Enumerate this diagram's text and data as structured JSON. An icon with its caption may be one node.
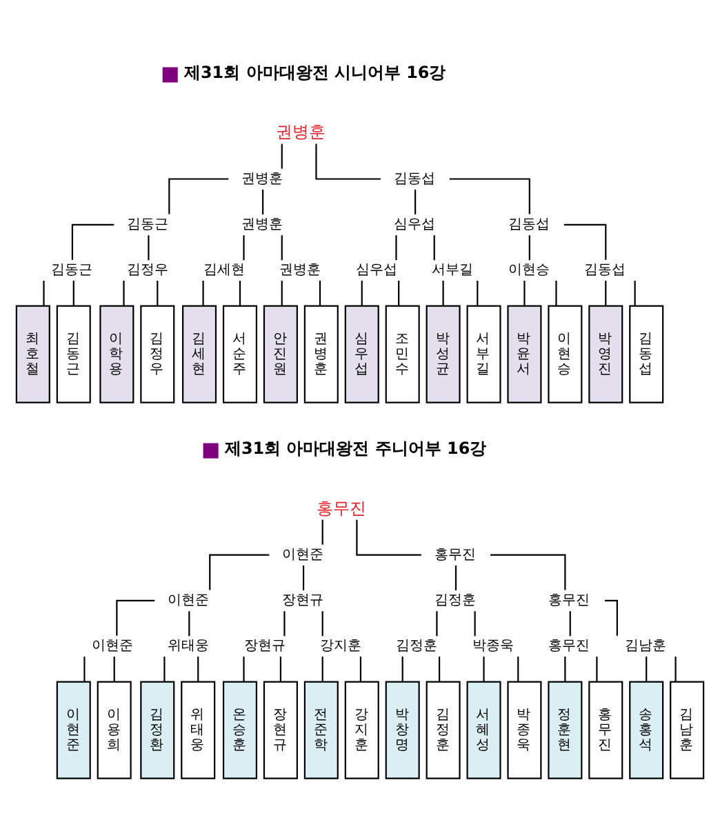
{
  "diagram": {
    "nodes": [
      {
        "text": [
          "권병훈"
        ]
      },
      {
        "text": [
          "권병훈"
        ]
      },
      {
        "text": [
          "김동섭"
        ]
      },
      {
        "text": [
          "김동근"
        ]
      },
      {
        "text": [
          "권병훈"
        ]
      },
      {
        "text": [
          "심우섭"
        ]
      },
      {
        "text": [
          "김동섭"
        ]
      },
      {
        "text": [
          "김동근"
        ]
      },
      {
        "text": [
          "김정우"
        ]
      },
      {
        "text": [
          "김세현"
        ]
      },
      {
        "text": [
          "권병훈"
        ]
      },
      {
        "text": [
          "심우섭"
        ]
      },
      {
        "text": [
          "서부길"
        ]
      },
      {
        "text": [
          "이현승"
        ]
      },
      {
        "text": [
          "김동섭"
        ]
      },
      {
        "text": [
          "최호철"
        ]
      },
      {
        "text": [
          "김동근"
        ]
      },
      {
        "text": [
          "이학용"
        ]
      },
      {
        "text": [
          "김정우"
        ]
      },
      {
        "text": [
          "김세현"
        ]
      },
      {
        "text": [
          "서순주"
        ]
      },
      {
        "text": [
          "안진원"
        ]
      },
      {
        "text": [
          "권병훈"
        ]
      },
      {
        "text": [
          "심우섭"
        ]
      },
      {
        "text": [
          "조민수"
        ]
      },
      {
        "text": [
          "박성균"
        ]
      },
      {
        "text": [
          "서부길"
        ]
      },
      {
        "text": [
          "박윤서"
        ]
      },
      {
        "text": [
          "이현승"
        ]
      },
      {
        "text": [
          "박영진"
        ]
      },
      {
        "text": [
          "김동섭"
        ]
      },
      {
        "text": [
          "홍무진"
        ]
      },
      {
        "text": [
          "이현준"
        ]
      },
      {
        "text": [
          "홍무진"
        ]
      },
      {
        "text": [
          "이현준"
        ]
      },
      {
        "text": [
          "장현규"
        ]
      },
      {
        "text": [
          "김정훈"
        ]
      },
      {
        "text": [
          "홍무진"
        ]
      },
      {
        "text": [
          "이현준"
        ]
      },
      {
        "text": [
          "위태웅"
        ]
      },
      {
        "text": [
          "장현규"
        ]
      },
      {
        "text": [
          "강지훈"
        ]
      },
      {
        "text": [
          "김정훈"
        ]
      },
      {
        "text": [
          "박종욱"
        ]
      },
      {
        "text": [
          "홍무진"
        ]
      },
      {
        "text": [
          "김남훈"
        ]
      },
      {
        "text": [
          "이현준"
        ]
      },
      {
        "text": [
          "이용희"
        ]
      },
      {
        "text": [
          "김정환"
        ]
      },
      {
        "text": [
          "위태웅"
        ]
      },
      {
        "text": [
          "온승훈"
        ]
      },
      {
        "text": [
          "장현규"
        ]
      },
      {
        "text": [
          "전준학"
        ]
      },
      {
        "text": [
          "강지훈"
        ]
      },
      {
        "text": [
          "박창명"
        ]
      },
      {
        "text": [
          "김정훈"
        ]
      },
      {
        "text": [
          "서혜성"
        ]
      },
      {
        "text": [
          "박종욱"
        ]
      },
      {
        "text": [
          "정훈현"
        ]
      },
      {
        "text": [
          "홍무진"
        ]
      },
      {
        "text": [
          "송홍석"
        ]
      },
      {
        "text": [
          "김남훈"
        ]
      }
    ],
    "edges": [
      {
        "from": 0,
        "to": 1,
        "arrow": "none"
      },
      {
        "from": 0,
        "to": 2,
        "arrow": "none"
      },
      {
        "from": 1,
        "to": 3,
        "arrow": "none"
      },
      {
        "from": 1,
        "to": 4,
        "arrow": "none"
      },
      {
        "from": 2,
        "to": 5,
        "arrow": "none"
      },
      {
        "from": 2,
        "to": 6,
        "arrow": "none"
      },
      {
        "from": 3,
        "to": 7,
        "arrow": "none"
      },
      {
        "from": 3,
        "to": 8,
        "arrow": "none"
      },
      {
        "from": 4,
        "to": 9,
        "arrow": "none"
      },
      {
        "from": 4,
        "to": 10,
        "arrow": "none"
      },
      {
        "from": 5,
        "to": 11,
        "arrow": "none"
      },
      {
        "from": 5,
        "to": 12,
        "arrow": "none"
      },
      {
        "from": 6,
        "to": 13,
        "arrow": "none"
      },
      {
        "from": 6,
        "to": 14,
        "arrow": "none"
      },
      {
        "from": 7,
        "to": 15,
        "arrow": "none"
      },
      {
        "from": 7,
        "to": 16,
        "arrow": "none"
      },
      {
        "from": 8,
        "to": 17,
        "arrow": "none"
      },
      {
        "from": 8,
        "to": 18,
        "arrow": "none"
      },
      {
        "from": 9,
        "to": 19,
        "arrow": "none"
      },
      {
        "from": 9,
        "to": 20,
        "arrow": "none"
      },
      {
        "from": 10,
        "to": 21,
        "arrow": "none"
      },
      {
        "from": 10,
        "to": 22,
        "arrow": "none"
      },
      {
        "from": 11,
        "to": 23,
        "arrow": "none"
      },
      {
        "from": 11,
        "to": 24,
        "arrow": "none"
      },
      {
        "from": 12,
        "to": 25,
        "arrow": "none"
      },
      {
        "from": 12,
        "to": 26,
        "arrow": "none"
      },
      {
        "from": 13,
        "to": 27,
        "arrow": "none"
      },
      {
        "from": 13,
        "to": 28,
        "arrow": "none"
      },
      {
        "from": 14,
        "to": 29,
        "arrow": "none"
      },
      {
        "from": 14,
        "to": 30,
        "arrow": "none"
      },
      {
        "from": 31,
        "to": 32,
        "arrow": "none"
      },
      {
        "from": 31,
        "to": 33,
        "arrow": "none"
      },
      {
        "from": 32,
        "to": 34,
        "arrow": "none"
      },
      {
        "from": 32,
        "to": 35,
        "arrow": "none"
      },
      {
        "from": 33,
        "to": 36,
        "arrow": "none"
      },
      {
        "from": 33,
        "to": 37,
        "arrow": "none"
      },
      {
        "from": 34,
        "to": 38,
        "arrow": "none"
      },
      {
        "from": 34,
        "to": 39,
        "arrow": "none"
      },
      {
        "from": 35,
        "to": 40,
        "arrow": "none"
      },
      {
        "from": 35,
        "to": 41,
        "arrow": "none"
      },
      {
        "from": 36,
        "to": 42,
        "arrow": "none"
      },
      {
        "from": 36,
        "to": 43,
        "arrow": "none"
      },
      {
        "from": 37,
        "to": 44,
        "arrow": "none"
      },
      {
        "from": 37,
        "to": 45,
        "arrow": "none"
      },
      {
        "from": 38,
        "to": 46,
        "arrow": "none"
      },
      {
        "from": 38,
        "to": 47,
        "arrow": "none"
      },
      {
        "from": 39,
        "to": 48,
        "arrow": "none"
      },
      {
        "from": 39,
        "to": 49,
        "arrow": "none"
      },
      {
        "from": 40,
        "to": 50,
        "arrow": "none"
      },
      {
        "from": 40,
        "to": 51,
        "arrow": "none"
      },
      {
        "from": 41,
        "to": 52,
        "arrow": "none"
      },
      {
        "from": 41,
        "to": 53,
        "arrow": "none"
      },
      {
        "from": 42,
        "to": 54,
        "arrow": "none"
      },
      {
        "from": 42,
        "to": 55,
        "arrow": "none"
      },
      {
        "from": 43,
        "to": 56,
        "arrow": "none"
      },
      {
        "from": 43,
        "to": 57,
        "arrow": "none"
      },
      {
        "from": 44,
        "to": 58,
        "arrow": "none"
      },
      {
        "from": 44,
        "to": 59,
        "arrow": "none"
      },
      {
        "from": 45,
        "to": 60,
        "arrow": "none"
      },
      {
        "from": 45,
        "to": 61,
        "arrow": "none"
      }
    ],
    "labels": [
      "제31회 아마대왕전 시니어부 16강",
      "제31회 아마대왕전 주니어부 16강"
    ]
  }
}
